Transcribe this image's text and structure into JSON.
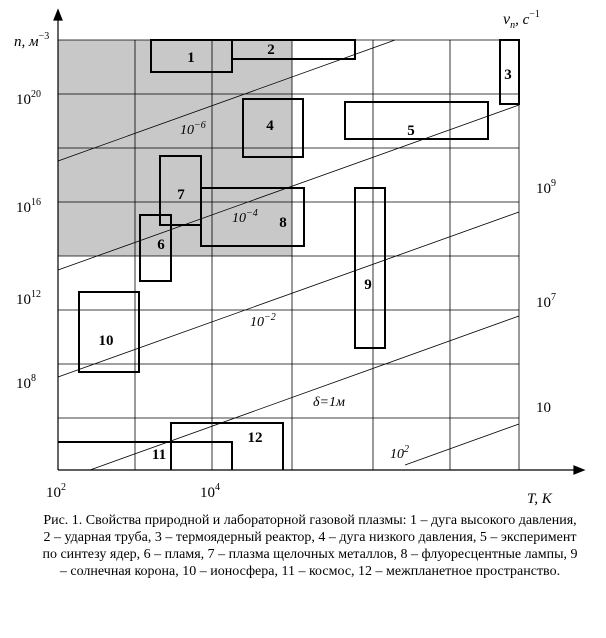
{
  "axes": {
    "y_name": "n, м",
    "y_exp": "−3",
    "x_name": "T, K",
    "right_name": "ν",
    "right_sub": "п",
    "right_unit": ", с",
    "right_unit_exp": "−1",
    "x_ticks": [
      {
        "base": "10",
        "exp": "2"
      },
      {
        "base": "10",
        "exp": "4"
      }
    ],
    "y_ticks": [
      {
        "base": "10",
        "exp": "20"
      },
      {
        "base": "10",
        "exp": "16"
      },
      {
        "base": "10",
        "exp": "12"
      },
      {
        "base": "10",
        "exp": "8"
      }
    ],
    "right_ticks": [
      {
        "base": "10",
        "exp": "9"
      },
      {
        "base": "10",
        "exp": "7"
      },
      {
        "base": "10",
        "exp": ""
      }
    ]
  },
  "regions": [
    {
      "id": "1"
    },
    {
      "id": "2"
    },
    {
      "id": "3"
    },
    {
      "id": "4"
    },
    {
      "id": "5"
    },
    {
      "id": "6"
    },
    {
      "id": "7"
    },
    {
      "id": "8"
    },
    {
      "id": "9"
    },
    {
      "id": "10"
    },
    {
      "id": "11"
    },
    {
      "id": "12"
    }
  ],
  "lines": [
    {
      "base": "10",
      "exp": "−6"
    },
    {
      "base": "10",
      "exp": "−4"
    },
    {
      "base": "10",
      "exp": "−2"
    },
    {
      "text": "δ=1м"
    },
    {
      "base": "10",
      "exp": "2"
    }
  ],
  "caption": "Рис. 1. Свойства природной и лабораторной газовой плазмы: 1 – дуга высокого давления, 2 – ударная труба, 3 – термоядерный реактор, 4 – дуга низкого давления, 5 – эксперимент по синтезу ядер, 6 – пламя, 7 – плазма щелочных металлов, 8 – флуоресцентные лампы, 9 – солнечная корона, 10 – ионосфера, 11 – космос, 12 – межпланетное пространство."
}
